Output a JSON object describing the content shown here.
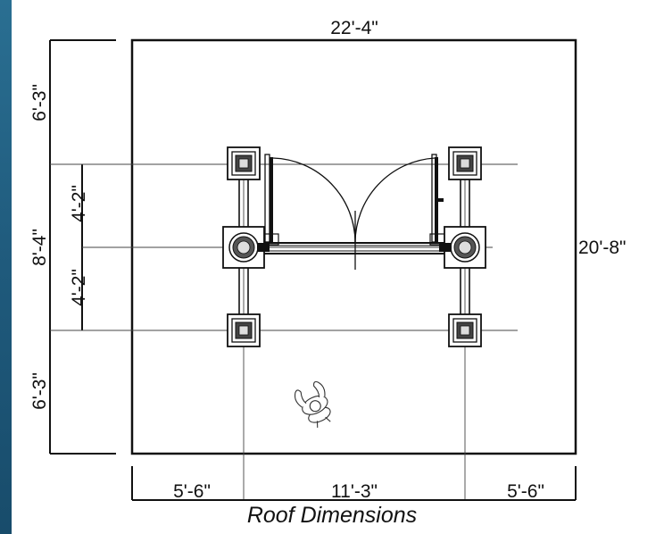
{
  "caption": "Roof Dimensions",
  "dimensions": {
    "overall_width": "22'-4\"",
    "overall_depth": "20'-8\"",
    "left_top": "6'-3\"",
    "left_middle": "8'-4\"",
    "left_bottom": "6'-3\"",
    "inner_upper": "4'-2\"",
    "inner_lower": "4'-2\"",
    "bottom_left": "5'-6\"",
    "bottom_middle": "11'-3\"",
    "bottom_right": "5'-6\""
  },
  "colors": {
    "accent_strip": "#1f5a7c",
    "line": "#111111"
  }
}
